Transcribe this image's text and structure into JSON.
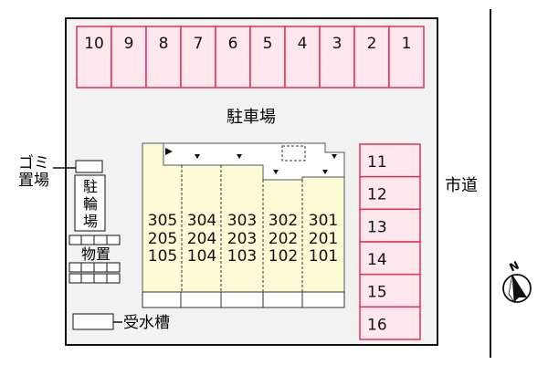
{
  "parking_top": [
    "10",
    "9",
    "8",
    "7",
    "6",
    "5",
    "4",
    "3",
    "2",
    "1"
  ],
  "parking_right": [
    "11",
    "12",
    "13",
    "14",
    "15",
    "16"
  ],
  "parking_lot_label": "駐車場",
  "road_label": "市道",
  "garbage_label_line1": "ゴミ",
  "garbage_label_line2": "置場",
  "bicycle_label": [
    "駐",
    "輪",
    "場"
  ],
  "storage_label": "物置",
  "water_tank_label": "受水槽",
  "rooms": [
    [
      "305",
      "304",
      "303",
      "302",
      "301"
    ],
    [
      "205",
      "204",
      "203",
      "202",
      "201"
    ],
    [
      "105",
      "104",
      "103",
      "102",
      "101"
    ]
  ],
  "compass_label": "N",
  "colors": {
    "parking_stroke": "#e0335a",
    "parking_fill": "#fde6ee",
    "building_fill": "#fdfbd6",
    "site_fill": "#f2f2f2"
  }
}
